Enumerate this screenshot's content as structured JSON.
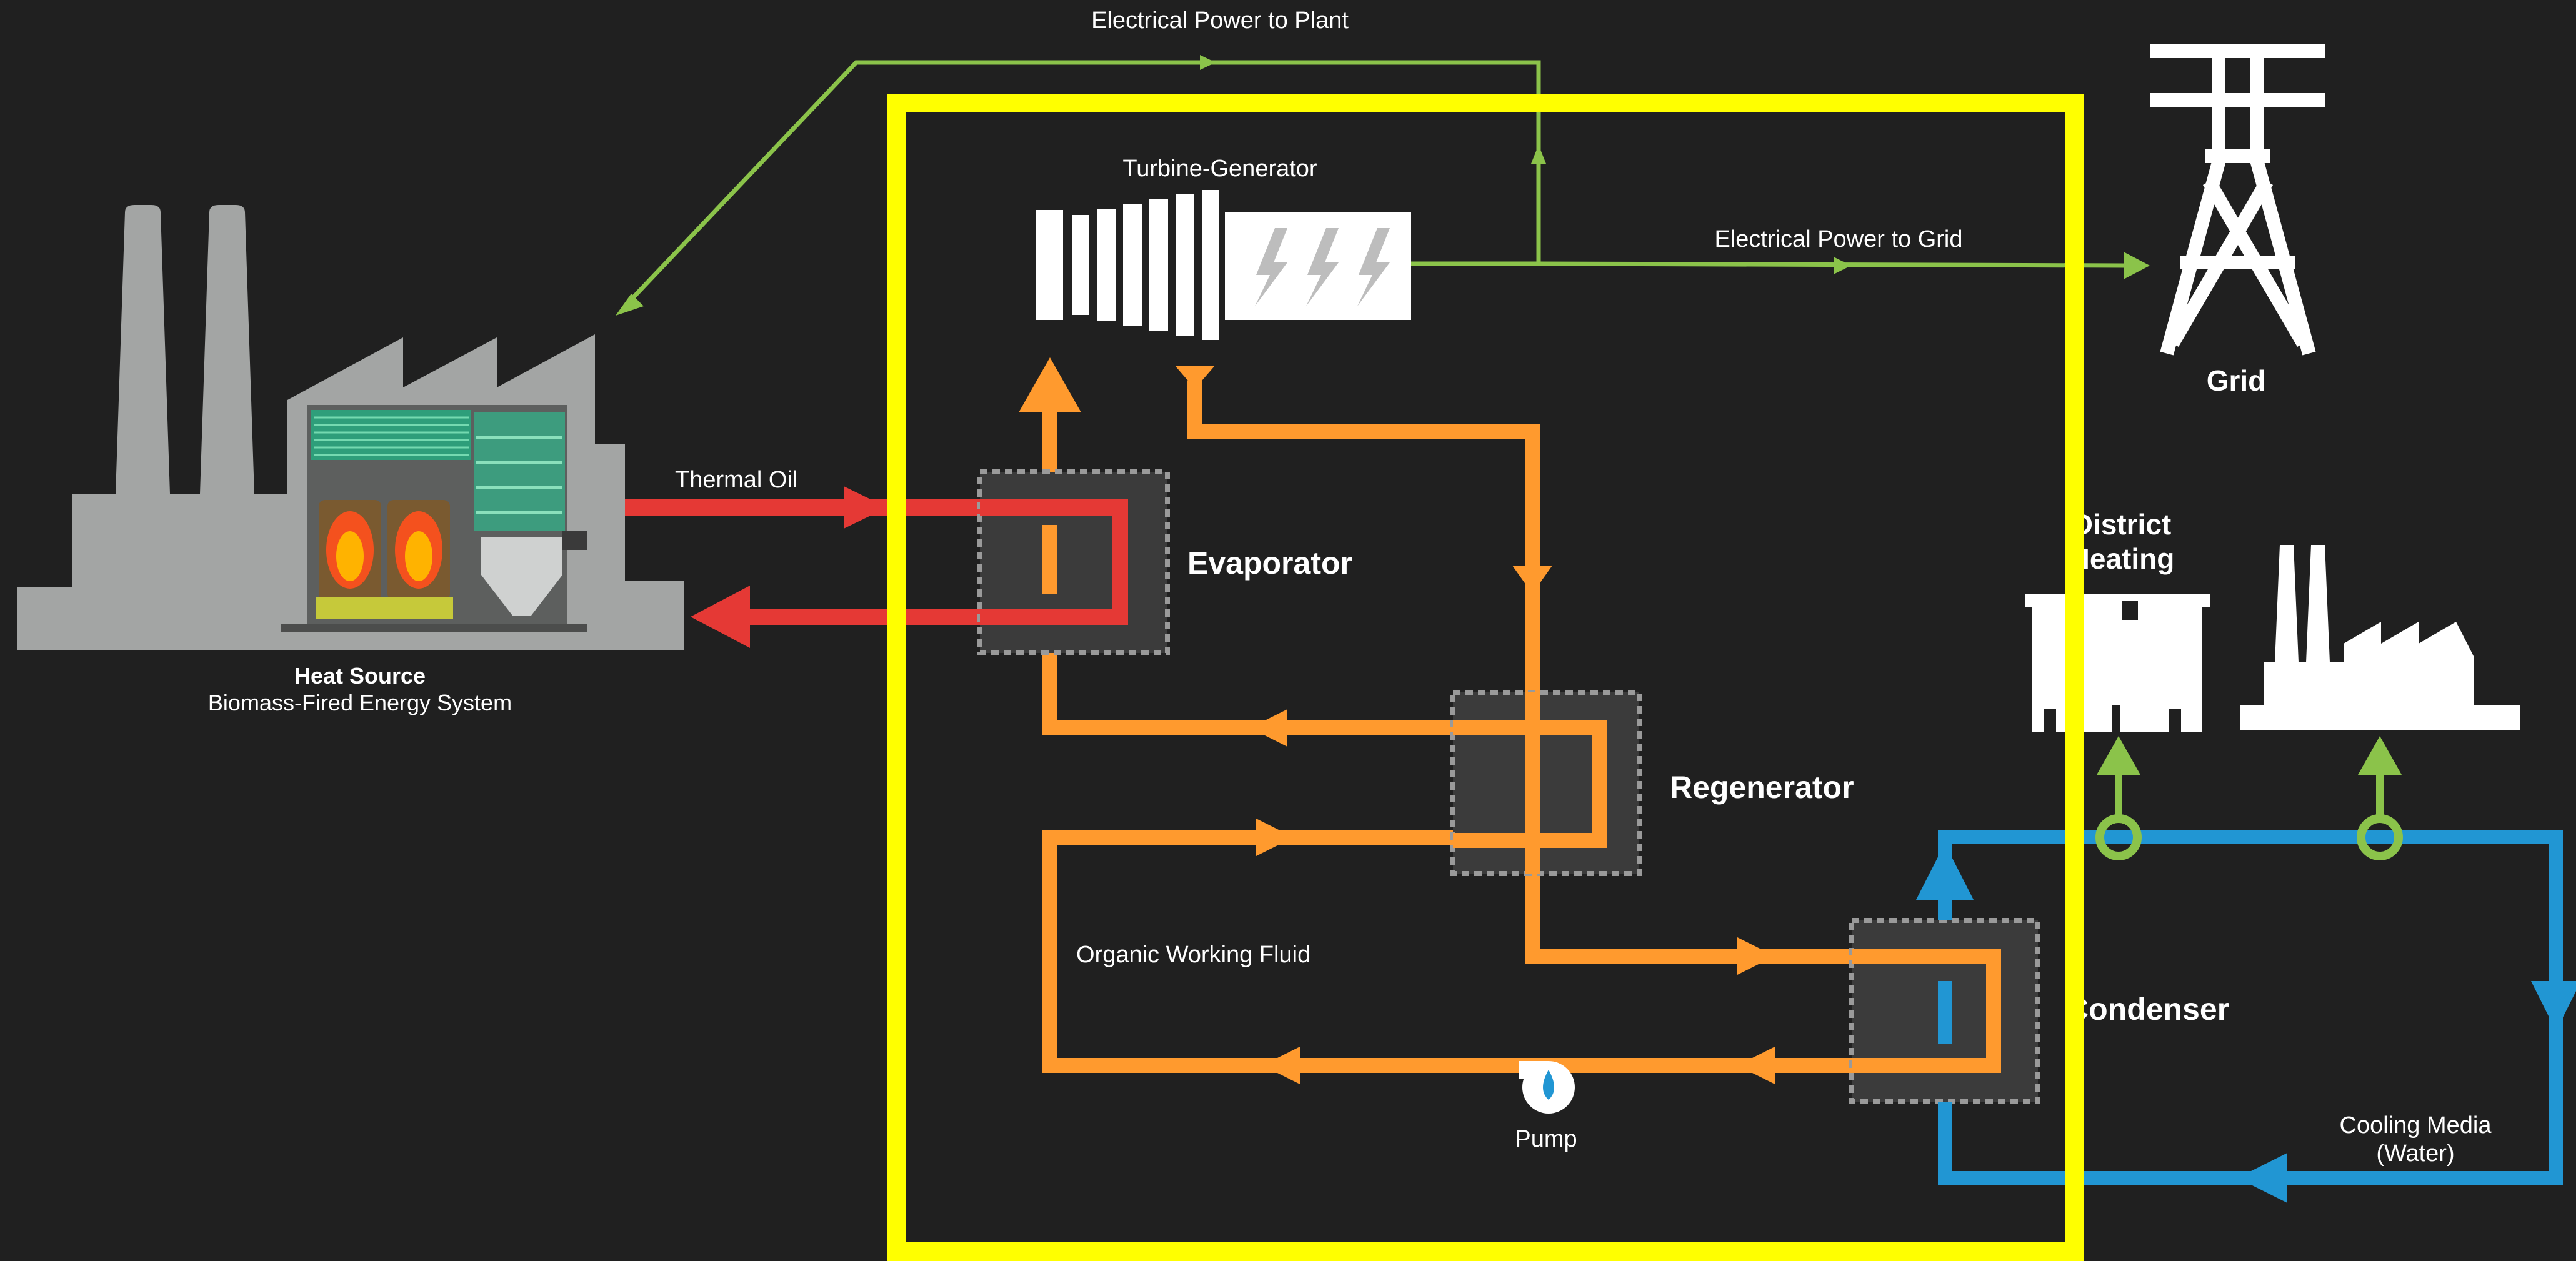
{
  "labels": {
    "electrical_power_to_plant": "Electrical Power to Plant",
    "turbine_generator": "Turbine-Generator",
    "electrical_power_to_grid": "Electrical Power to Grid",
    "grid": "Grid",
    "thermal_oil": "Thermal Oil",
    "evaporator": "Evaporator",
    "heat_source_title": "Heat Source",
    "heat_source_subtitle": "Biomass-Fired Energy System",
    "regenerator": "Regenerator",
    "district_heating_line1": "District",
    "district_heating_line2": "Heating",
    "organic_working_fluid": "Organic Working Fluid",
    "condenser": "Condenser",
    "pump": "Pump",
    "cooling_media_line1": "Cooling Media",
    "cooling_media_line2": "(Water)"
  },
  "colors": {
    "background": "#202020",
    "highlight_frame": "#ffff00",
    "electrical": "#8bc34a",
    "thermal_oil": "#e53935",
    "working_fluid": "#ff9a2e",
    "cooling_water": "#2196d3",
    "heat_exchanger": "#3b3b3b",
    "building": "#a3a5a4",
    "white": "#ffffff"
  },
  "icons": {
    "heat_source": "biomass-plant-icon",
    "turbine": "turbine-icon",
    "generator": "generator-icon",
    "grid": "transmission-tower-icon",
    "district_heating": "district-heating-icon",
    "factory": "factory-icon",
    "pump": "pump-icon"
  }
}
